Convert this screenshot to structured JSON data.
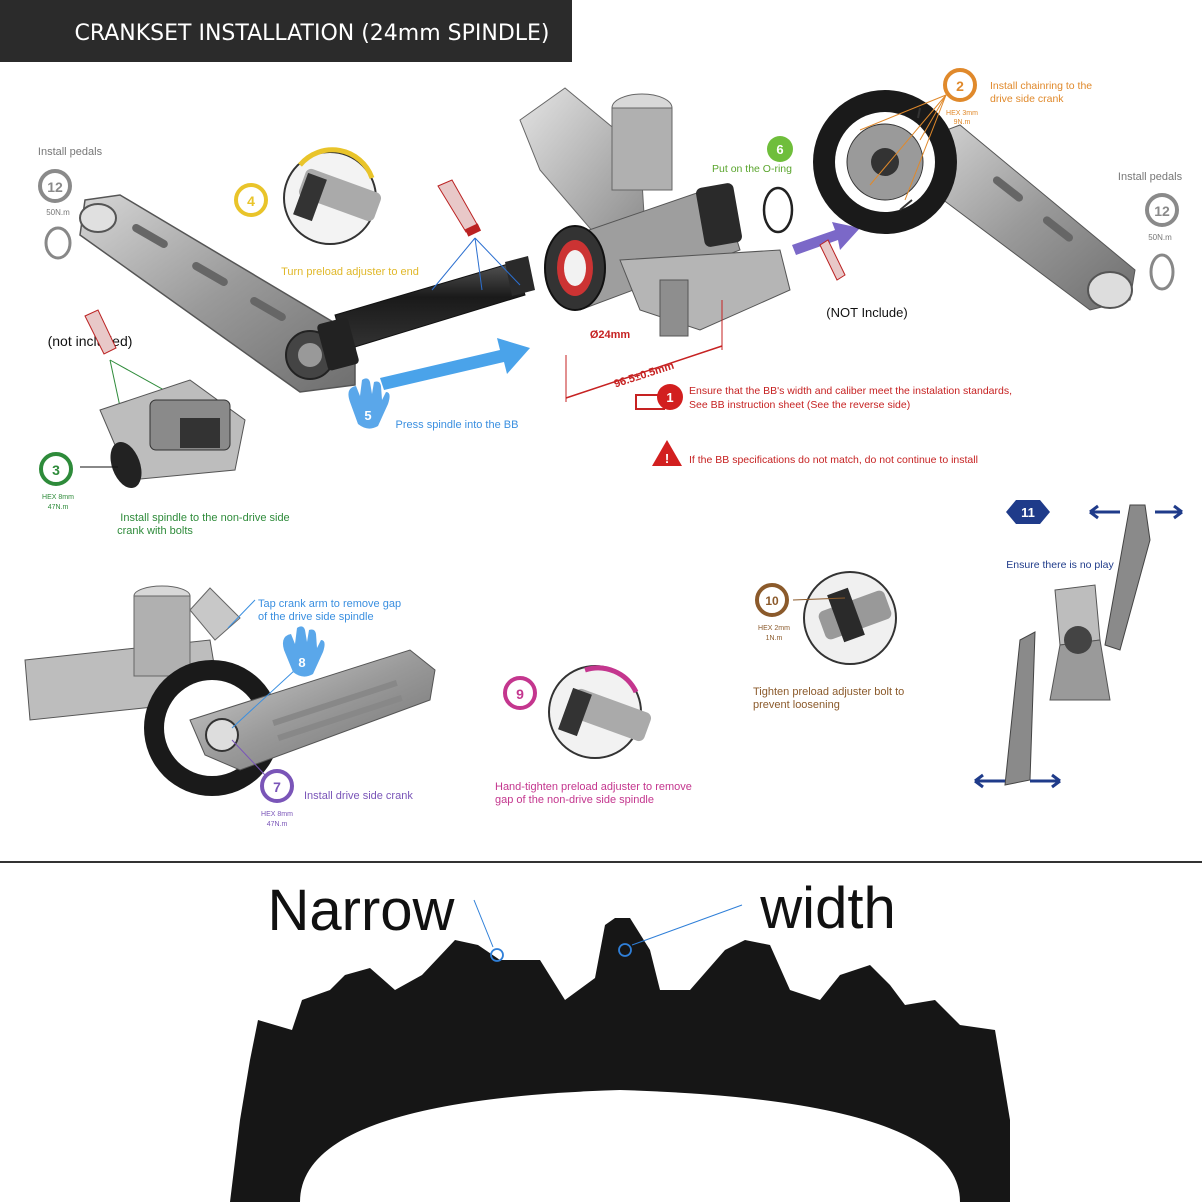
{
  "banner": {
    "title": "CRANKSET INSTALLATION (24mm SPINDLE)"
  },
  "steps": {
    "s1": {
      "number": "1",
      "line1": "Ensure that the BB's width and caliber meet the instalation standards,",
      "line2": "See BB instruction sheet (See the reverse side)"
    },
    "s2": {
      "number": "2",
      "line1": "Install chainring to the",
      "line2": "drive side crank",
      "spec1": "HEX 3mm",
      "spec2": "9N.m"
    },
    "s3": {
      "number": "3",
      "spec1": "HEX 8mm",
      "spec2": "47N.m",
      "line1": "Install spindle to the non-drive side",
      "line2": "crank with bolts"
    },
    "s4": {
      "number": "4",
      "text": "Turn preload adjuster to end"
    },
    "s5": {
      "number": "5",
      "text": "Press spindle into the BB"
    },
    "s6": {
      "number": "6",
      "text": "Put on the O-ring"
    },
    "s7": {
      "number": "7",
      "text": "Install drive side crank",
      "spec1": "HEX 8mm",
      "spec2": "47N.m"
    },
    "s8": {
      "number": "8",
      "line1": "Tap crank arm to remove gap",
      "line2": "of the drive side spindle"
    },
    "s9": {
      "number": "9",
      "line1": "Hand-tighten preload adjuster to remove",
      "line2": "gap of the non-drive side spindle"
    },
    "s10": {
      "number": "10",
      "spec1": "HEX 2mm",
      "spec2": "1N.m",
      "line1": "Tighten preload adjuster bolt to",
      "line2": "prevent loosening"
    },
    "s11": {
      "number": "11",
      "text": "Ensure there is no play"
    },
    "s12L": {
      "number": "12",
      "label": "Install pedals",
      "spec": "50N.m"
    },
    "s12R": {
      "number": "12",
      "label": "Install pedals",
      "spec": "50N.m"
    }
  },
  "notes": {
    "not_included_left": "(not included)",
    "not_included_right": "(NOT Include)",
    "diameter": "Ø24mm",
    "width_dim": "96.5±0.5mm",
    "warning": "If the BB specifications do not match, do not continue to install"
  },
  "lower": {
    "narrow_label": "Narrow",
    "width_label": "width"
  },
  "colors": {
    "banner_bg": "#2b2b2b",
    "step1_red": "#d21f1f",
    "step2_orange": "#e0892b",
    "step3_green": "#2e8b3a",
    "step4_yellow": "#e9c42a",
    "step5_blue": "#3a8fe0",
    "step6_green": "#6fbe3b",
    "step7_purple": "#7a55b8",
    "step8_blue": "#3a8fe0",
    "step9_magenta": "#c4368e",
    "step10_brown": "#8b5a2b",
    "step11_navy": "#1f3b8a",
    "step12_gray": "#8a8a8a",
    "arrow_blue": "#3a9be8",
    "arrow_purple": "#6a5acd"
  }
}
